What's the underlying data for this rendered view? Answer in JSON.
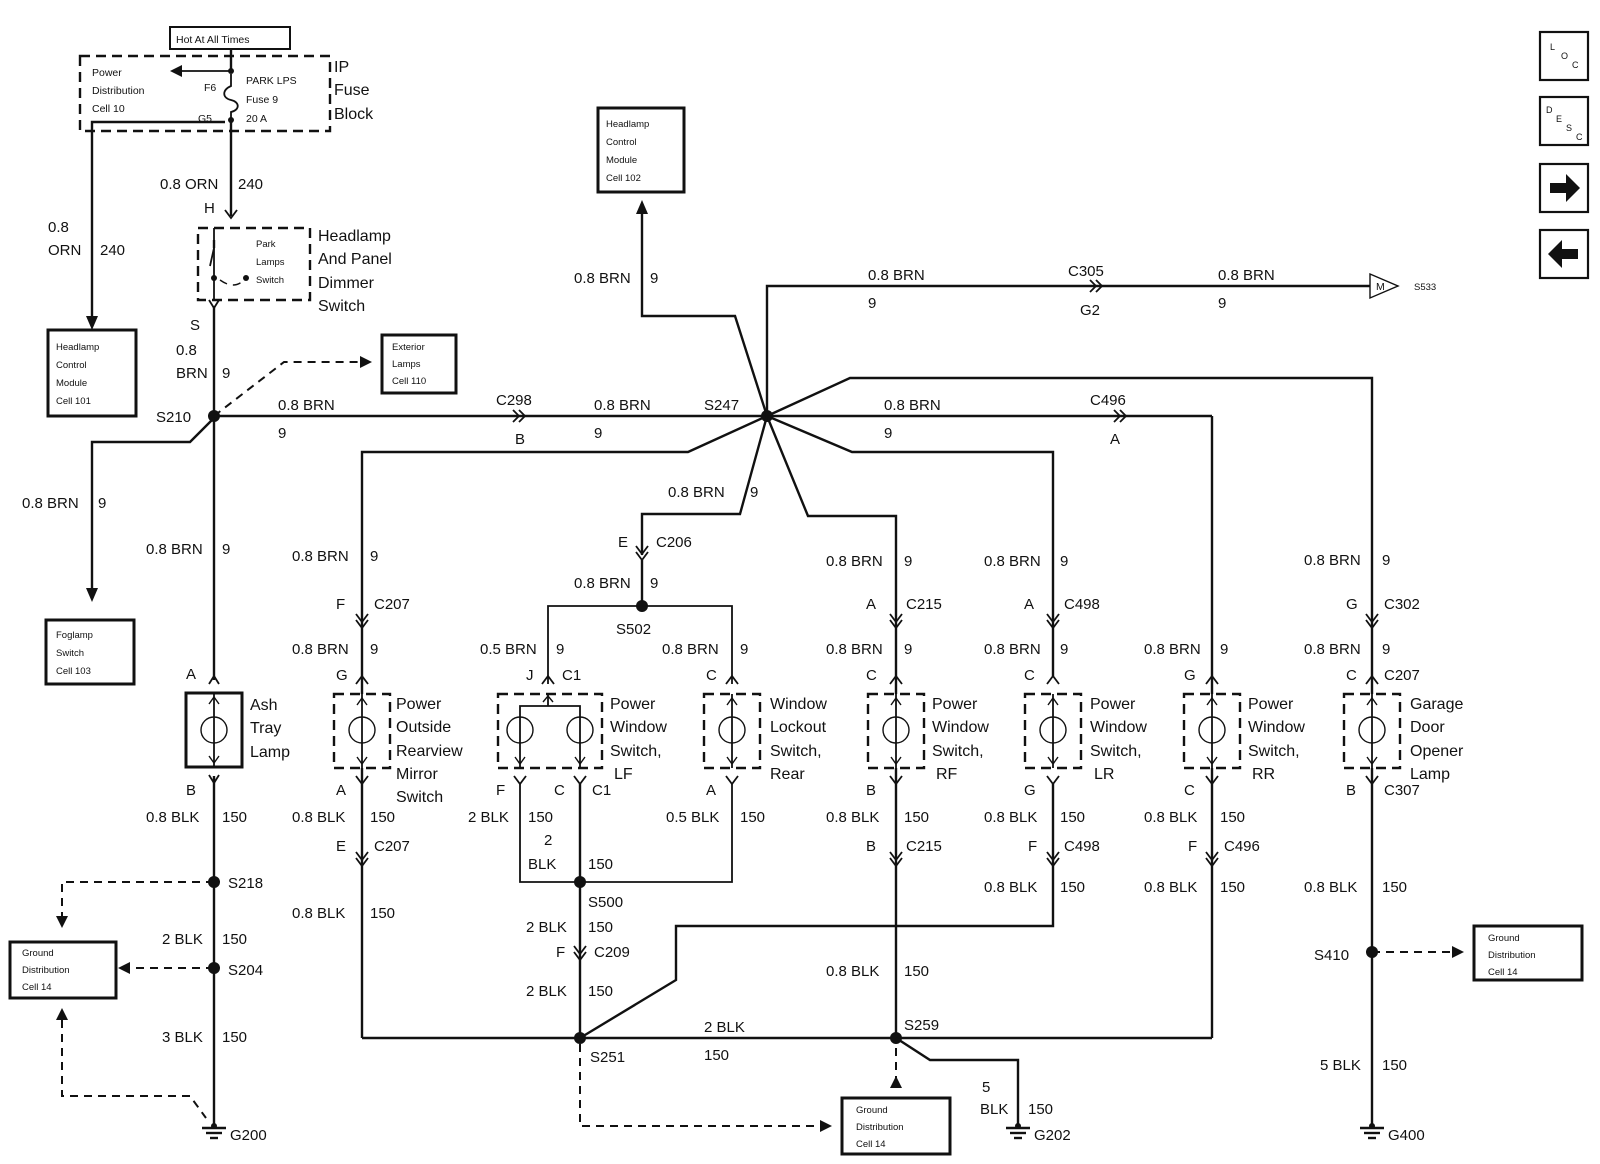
{
  "boxes": {
    "hot_at_all_times": "Hot At All Times",
    "power_distribution": [
      "Power",
      "Distribution",
      "Cell 10"
    ],
    "headlamp_control_module_101": [
      "Headlamp",
      "Control",
      "Module",
      "Cell 101"
    ],
    "headlamp_control_module_102": [
      "Headlamp",
      "Control",
      "Module",
      "Cell 102"
    ],
    "exterior_lamps": [
      "Exterior",
      "Lamps",
      "Cell 110"
    ],
    "foglamp_switch": [
      "Foglamp",
      "Switch",
      "Cell 103"
    ],
    "ground_left": [
      "Ground",
      "Distribution",
      "Cell 14"
    ],
    "ground_mid": [
      "Ground",
      "Distribution",
      "Cell 14"
    ],
    "ground_right": [
      "Ground",
      "Distribution",
      "Cell 14"
    ]
  },
  "fuse": {
    "name": "PARK LPS",
    "number": "Fuse 9",
    "rating": "20 A",
    "pin_top": "F6",
    "pin_bottom": "G5",
    "block": [
      "IP",
      "Fuse",
      "Block"
    ]
  },
  "components": {
    "dimmer_switch": [
      "Headlamp",
      "And Panel",
      "Dimmer",
      "Switch"
    ],
    "park_lamps_switch": [
      "Park",
      "Lamps",
      "Switch"
    ],
    "ash_tray_lamp": [
      "Ash",
      "Tray",
      "Lamp"
    ],
    "mirror_switch": [
      "Power",
      "Outside",
      "Rearview",
      "Mirror",
      "Switch"
    ],
    "window_switch_lf": [
      "Power",
      "Window",
      "Switch,",
      "LF"
    ],
    "window_lockout": [
      "Window",
      "Lockout",
      "Switch,",
      "Rear"
    ],
    "window_switch_rf": [
      "Power",
      "Window",
      "Switch,",
      "RF"
    ],
    "window_switch_lr": [
      "Power",
      "Window",
      "Switch,",
      "LR"
    ],
    "window_switch_rr": [
      "Power",
      "Window",
      "Switch,",
      "RR"
    ],
    "garage_door": [
      "Garage",
      "Door",
      "Opener",
      "Lamp"
    ]
  },
  "wire_labels": {
    "orn_240_a": "0.8 ORN",
    "n240_a": "240",
    "orn_a": "0.8",
    "orn_b": "ORN",
    "n240_b": "240",
    "brn_s210_a": "0.8",
    "brn_s210_b": "BRN",
    "n9_s210": "9",
    "brn_fog": "0.8 BRN",
    "n9_fog": "9",
    "brn_ash": "0.8 BRN",
    "n9_ash": "9",
    "brn_main1": "0.8 BRN",
    "n9_main1": "9",
    "brn_main2": "0.8 BRN",
    "n9_main2": "9",
    "brn_main3": "0.8 BRN",
    "n9_main3": "9",
    "brn_hcm": "0.8 BRN",
    "n9_hcm": "9",
    "brn_c305a": "0.8 BRN",
    "n9_c305a": "9",
    "brn_c305b": "0.8 BRN",
    "n9_c305b": "9",
    "brn_c206": "0.8 BRN",
    "n9_c206": "9",
    "brn_s502": "0.8 BRN",
    "n9_s502": "9",
    "brn_mir1": "0.8 BRN",
    "n9_mir1": "9",
    "brn_mir2": "0.8 BRN",
    "n9_mir2": "9",
    "brn_lf": "0.5 BRN",
    "n9_lf": "9",
    "brn_lock": "0.8 BRN",
    "n9_lock": "9",
    "brn_rf1": "0.8 BRN",
    "n9_rf1": "9",
    "brn_rf2": "0.8 BRN",
    "n9_rf2": "9",
    "brn_lr1": "0.8 BRN",
    "n9_lr1": "9",
    "brn_lr2": "0.8 BRN",
    "n9_lr2": "9",
    "brn_rr": "0.8 BRN",
    "n9_rr": "9",
    "brn_gar1": "0.8 BRN",
    "n9_gar1": "9",
    "brn_gar2": "0.8 BRN",
    "n9_gar2": "9",
    "blk_ash": "0.8 BLK",
    "n150_ash": "150",
    "blk_218": "2 BLK",
    "n150_218": "150",
    "blk_204": "3 BLK",
    "n150_204": "150",
    "blk_mir1": "0.8 BLK",
    "n150_mir1": "150",
    "blk_mir2": "0.8 BLK",
    "n150_mir2": "150",
    "blk_lf": "2 BLK",
    "n150_lf": "150",
    "blk_lf2a": "2",
    "blk_lf2b": "BLK",
    "n150_lf2": "150",
    "blk_lock": "0.5 BLK",
    "n150_lock": "150",
    "blk_s500": "2 BLK",
    "n150_s500": "150",
    "blk_c209": "2 BLK",
    "n150_c209": "150",
    "blk_bottom": "2 BLK",
    "n150_bottom": "150",
    "blk_rf1": "0.8 BLK",
    "n150_rf1": "150",
    "blk_rf2": "0.8 BLK",
    "n150_rf2": "150",
    "blk_lr1": "0.8 BLK",
    "n150_lr1": "150",
    "blk_lr2": "0.8 BLK",
    "n150_lr2": "150",
    "blk_rr1": "0.8 BLK",
    "n150_rr1": "150",
    "blk_rr2": "0.8 BLK",
    "n150_rr2": "150",
    "blk_gar": "0.8 BLK",
    "n150_gar": "150",
    "blk_g202a": "5",
    "blk_g202b": "BLK",
    "n150_g202": "150",
    "blk_g400": "5 BLK",
    "n150_g400": "150"
  },
  "connectors": {
    "c298": "C298",
    "c305": "C305",
    "c496_top": "C496",
    "c206": "C206",
    "c207_f": "C207",
    "c1_top": "C1",
    "c215_a": "C215",
    "c498_a": "C498",
    "c302": "C302",
    "c207_gar": "C207",
    "c207_e": "C207",
    "c1_bot": "C1",
    "c215_b": "C215",
    "c498_f": "C498",
    "c496_f": "C496",
    "c307": "C307",
    "c209": "C209"
  },
  "pins": {
    "h": "H",
    "s": "S",
    "b_c298": "B",
    "g2": "G2",
    "a_c496": "A",
    "e_c206": "E",
    "a_ash": "A",
    "b_ash": "B",
    "f_mir": "F",
    "g_mir": "G",
    "a_mir": "A",
    "e_mir": "E",
    "j_lf": "J",
    "f_lf": "F",
    "c_lf": "C",
    "c_lock": "C",
    "a_lock": "A",
    "a_rf": "A",
    "c_rf": "C",
    "b_rf": "B",
    "b_rf2": "B",
    "a_lr": "A",
    "c_lr": "C",
    "g_lr": "G",
    "f_lr": "F",
    "g_rr": "G",
    "c_rr": "C",
    "f_rr": "F",
    "g_gar": "G",
    "c_gar": "C",
    "b_gar": "B",
    "f_c209": "F",
    "m": "M"
  },
  "splices": {
    "s210": "S210",
    "s247": "S247",
    "s502": "S502",
    "s218": "S218",
    "s204": "S204",
    "s500": "S500",
    "s251": "S251",
    "s259": "S259",
    "s410": "S410",
    "s533": "S533"
  },
  "grounds": {
    "g200": "G200",
    "g202": "G202",
    "g400": "G400"
  },
  "nav": {
    "loc": [
      "L",
      "O",
      "C"
    ],
    "desc": [
      "D",
      "E",
      "S",
      "C"
    ]
  }
}
